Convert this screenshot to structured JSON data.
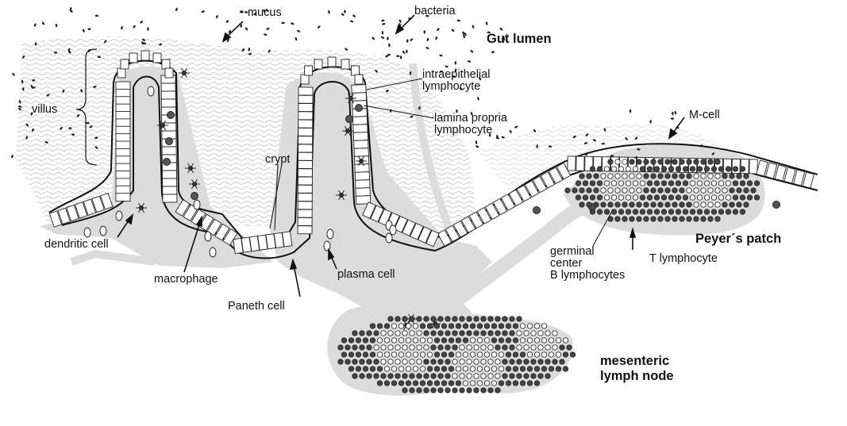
{
  "labels": {
    "mucus": "mucus",
    "bacteria": "bacteria",
    "gut_lumen": "Gut lumen",
    "villus": "villus",
    "intraepithelial_1": "intraepithelial",
    "intraepithelial_2": "lymphocyte",
    "lamina_propria_1": "lamina propria",
    "lamina_propria_2": "lymphocyte",
    "m_cell": "M-cell",
    "crypt": "crypt",
    "dendritic_cell": "dendritic cell",
    "macrophage": "macrophage",
    "paneth_cell": "Paneth cell",
    "plasma_cell": "plasma cell",
    "germinal_1": "germinal",
    "germinal_2": "center",
    "germinal_3": "B lymphocytes",
    "t_lymphocyte": "T lymphocyte",
    "peyers_patch": "Peyer´s patch",
    "mesenteric_1": "mesenteric",
    "mesenteric_2": "lymph node"
  }
}
